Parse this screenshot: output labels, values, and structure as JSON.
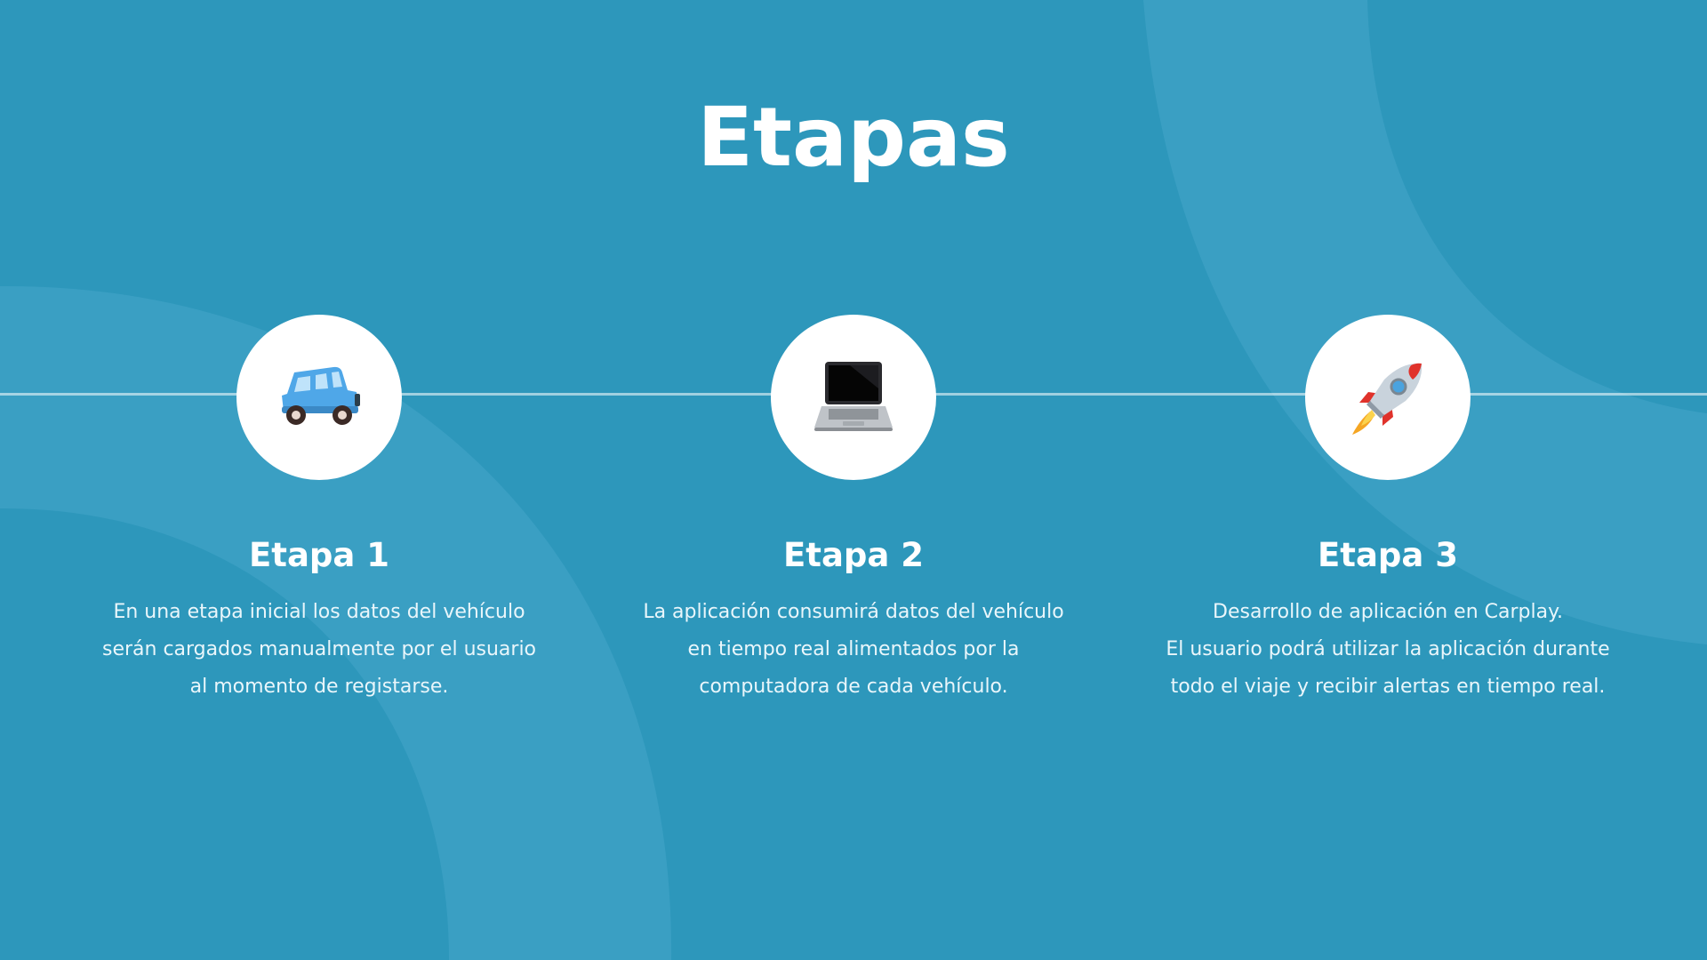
{
  "slide": {
    "title": "Etapas"
  },
  "stages": [
    {
      "icon": "car-icon",
      "title": "Etapa 1",
      "description_lines": [
        "En una etapa inicial los datos del vehículo",
        "serán cargados manualmente por el usuario",
        "al momento de registarse."
      ]
    },
    {
      "icon": "laptop-icon",
      "title": "Etapa 2",
      "description_lines": [
        "La aplicación consumirá datos del vehículo",
        "en tiempo real alimentados por la",
        "computadora de cada vehículo."
      ]
    },
    {
      "icon": "rocket-icon",
      "title": "Etapa 3",
      "description_lines": [
        "Desarrollo de aplicación en Carplay.",
        "El usuario podrá utilizar la aplicación durante",
        "todo el viaje y recibir alertas en tiempo real."
      ]
    }
  ],
  "colors": {
    "background": "#2d97bb",
    "decor_arc": "#3a9fc3",
    "circle": "#ffffff",
    "text": "#ffffff"
  }
}
